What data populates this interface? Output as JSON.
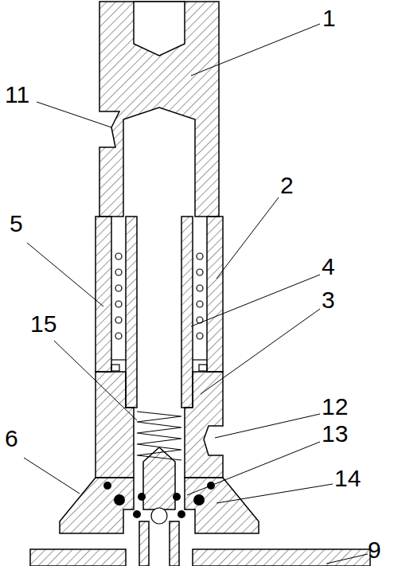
{
  "diagram": {
    "labels": [
      "1",
      "11",
      "2",
      "5",
      "4",
      "3",
      "15",
      "12",
      "13",
      "6",
      "14",
      "9"
    ]
  }
}
